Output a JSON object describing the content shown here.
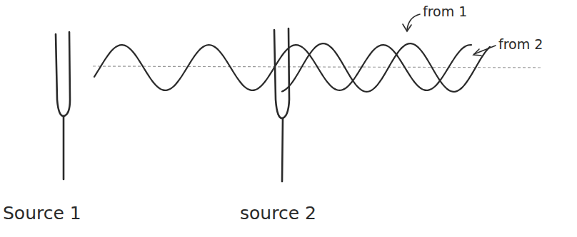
{
  "diagram": {
    "labels": [
      "Source 1",
      "source 2",
      "from 1",
      "from 2"
    ]
  }
}
